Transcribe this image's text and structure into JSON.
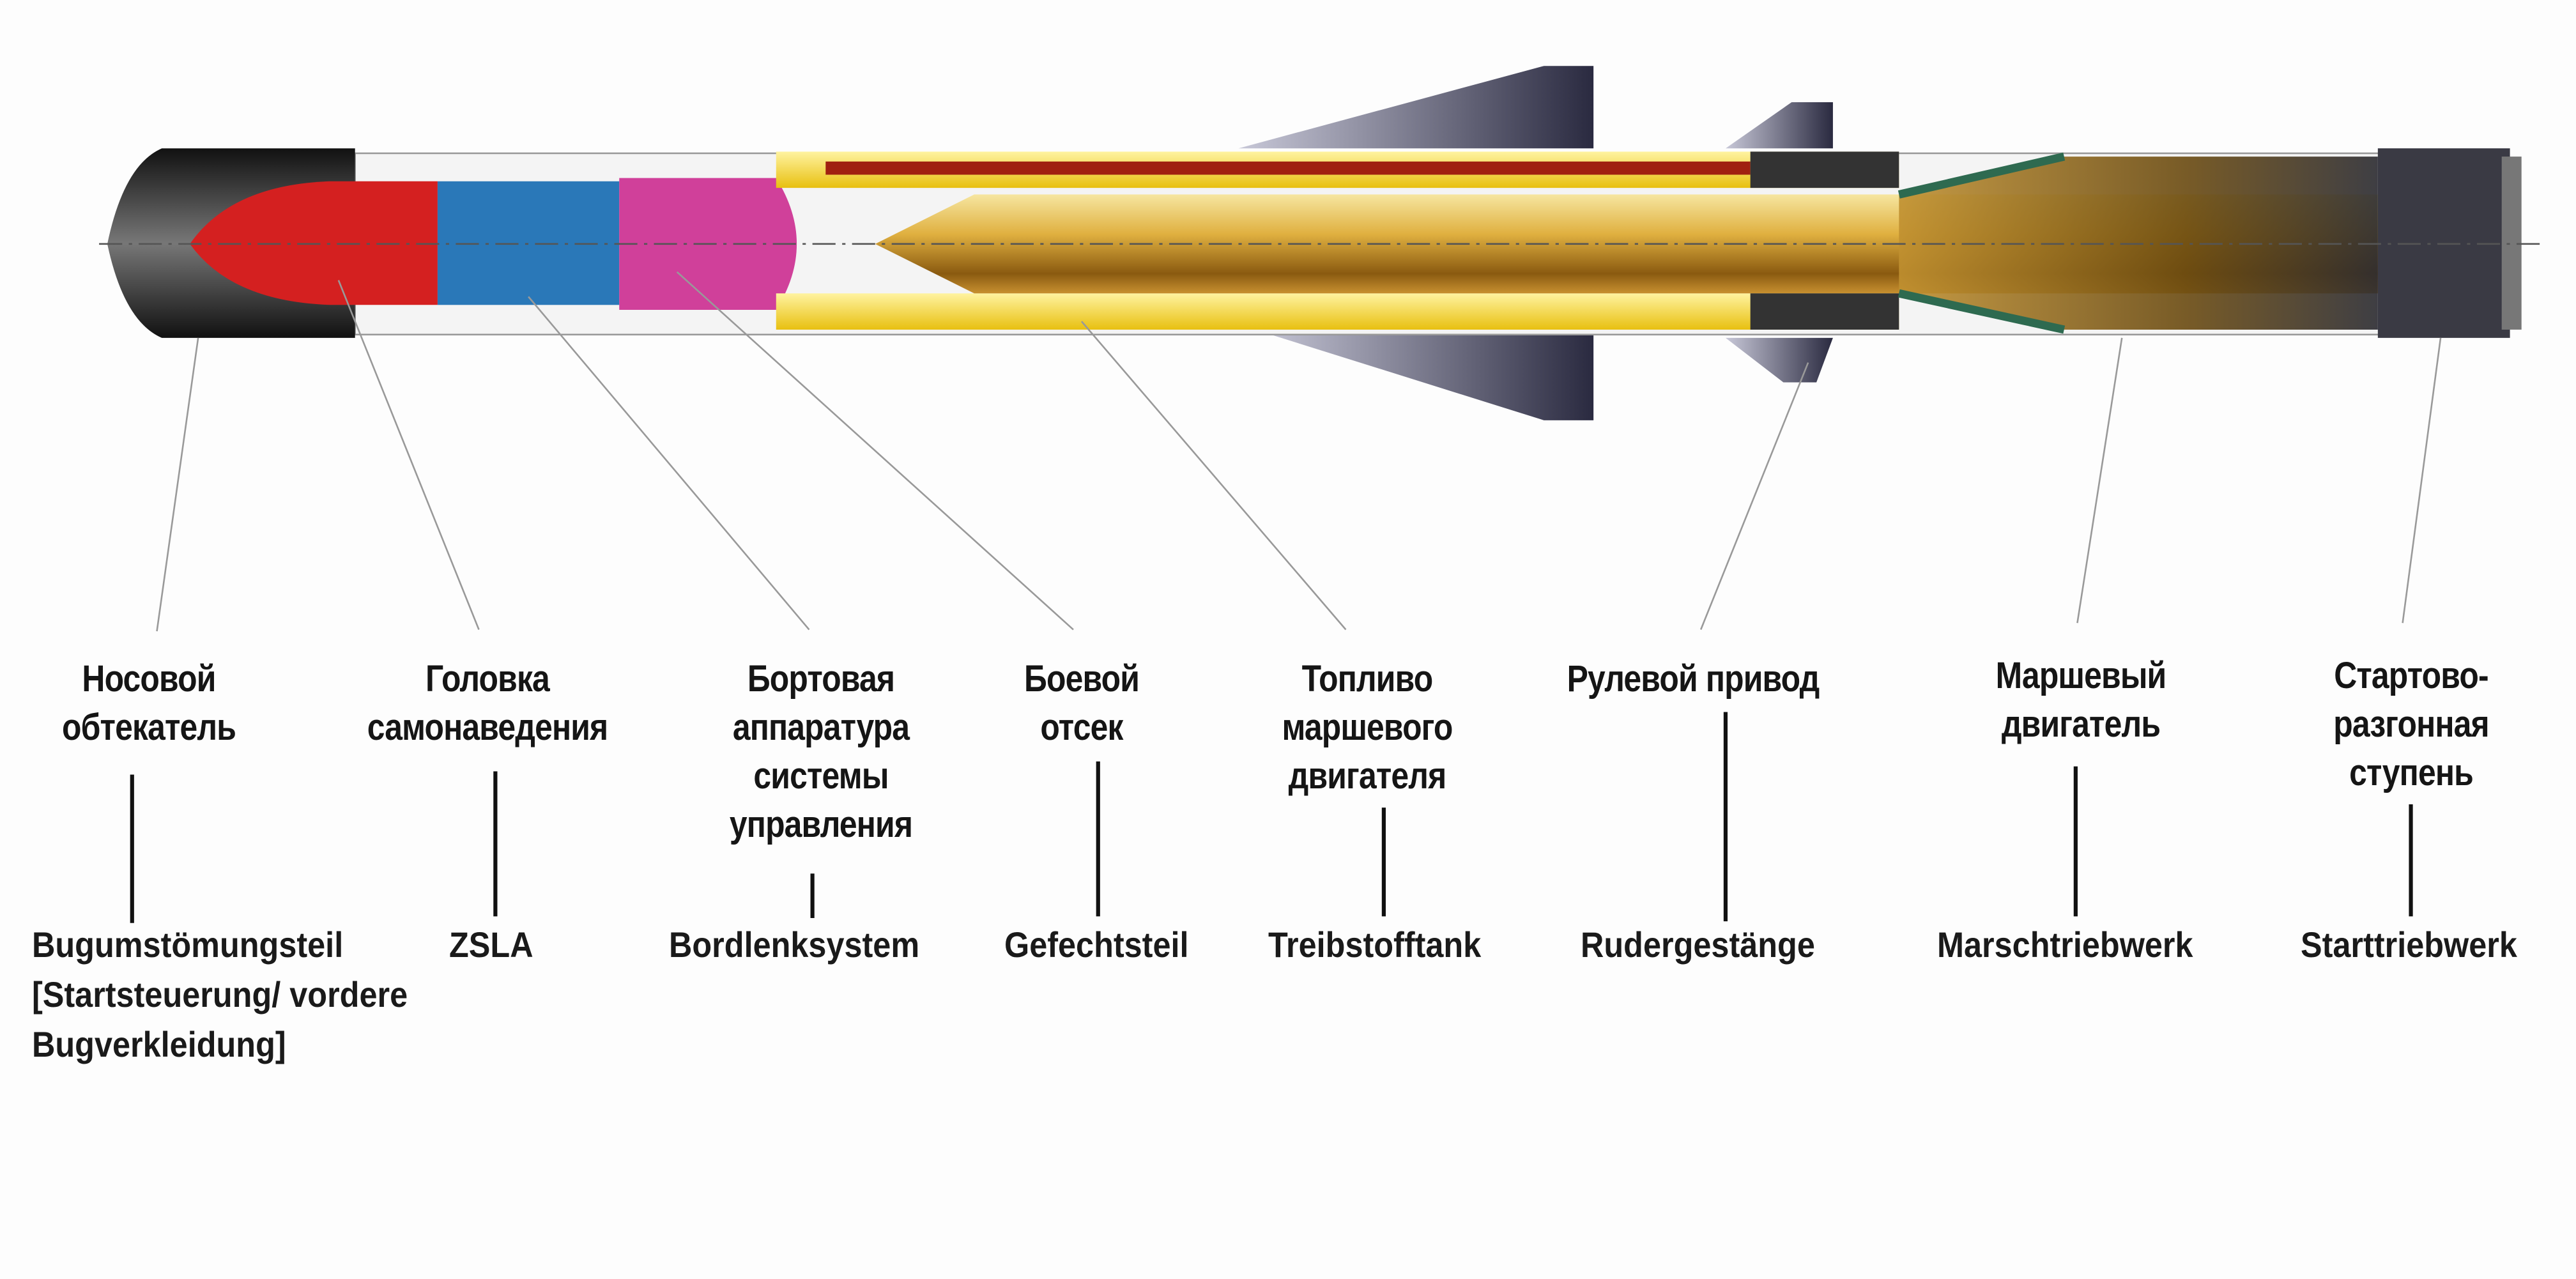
{
  "colors": {
    "nose": "#2a2a30",
    "seeker": "#d42020",
    "avionics": "#2a78b8",
    "warhead": "#d0409a",
    "fuel_tube": "#f2d020",
    "tank": "#b08020",
    "sustainer": "#2e6a50",
    "booster": "#3a3a44"
  },
  "labels": [
    {
      "ru": [
        "Носовой",
        "обтекатель"
      ],
      "de": [
        "Bugumstömungsteil",
        "[Startsteuerung/ vordere",
        "Bugverkleidung]"
      ]
    },
    {
      "ru": [
        "Головка",
        "самонаведения"
      ],
      "de": [
        "ZSLA"
      ]
    },
    {
      "ru": [
        "Бортовая",
        "аппаратура",
        "системы",
        "управления"
      ],
      "de": [
        "Bordlenksystem"
      ]
    },
    {
      "ru": [
        "Боевой",
        "отсек"
      ],
      "de": [
        "Gefechtsteil"
      ]
    },
    {
      "ru": [
        "Топливо",
        "маршевого",
        "двигателя"
      ],
      "de": [
        "Treibstofftank"
      ]
    },
    {
      "ru": [
        "Рулевой привод"
      ],
      "de": [
        "Rudergestänge"
      ]
    },
    {
      "ru": [
        "Маршевый",
        "двигатель"
      ],
      "de": [
        "Marschtriebwerk"
      ]
    },
    {
      "ru": [
        "Стартово-",
        "разгонная",
        "ступень"
      ],
      "de": [
        "Starttriebwerk"
      ]
    }
  ]
}
